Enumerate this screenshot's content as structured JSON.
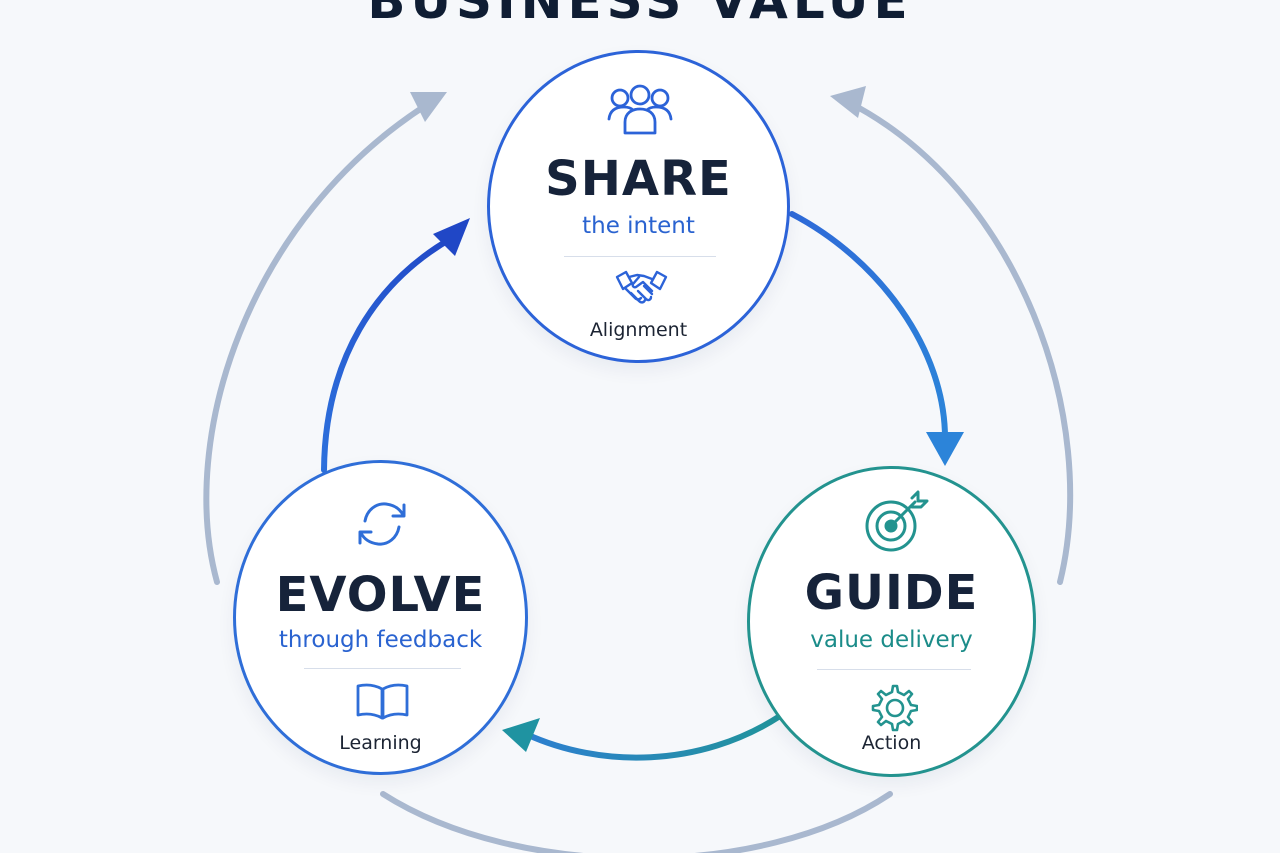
{
  "title": "BUSINESS VALUE",
  "nodes": {
    "share": {
      "title": "SHARE",
      "subtitle": "the intent",
      "footer": "Alignment",
      "top_icon": "users-icon",
      "bottom_icon": "handshake-icon",
      "accent": "#2c63d8"
    },
    "guide": {
      "title": "GUIDE",
      "subtitle": "value delivery",
      "footer": "Action",
      "top_icon": "target-icon",
      "bottom_icon": "gear-icon",
      "accent": "#23938f"
    },
    "evolve": {
      "title": "EVOLVE",
      "subtitle": "through feedback",
      "footer": "Learning",
      "top_icon": "refresh-icon",
      "bottom_icon": "book-icon",
      "accent": "#2f6ed8"
    }
  },
  "connectors": [
    {
      "from": "SHARE",
      "to": "GUIDE",
      "color": "#2f78d8"
    },
    {
      "from": "GUIDE",
      "to": "EVOLVE",
      "color": "#1f8f9c"
    },
    {
      "from": "EVOLVE",
      "to": "SHARE",
      "color": "#2456cc"
    }
  ],
  "outer_loop_color": "#a9b8cf"
}
